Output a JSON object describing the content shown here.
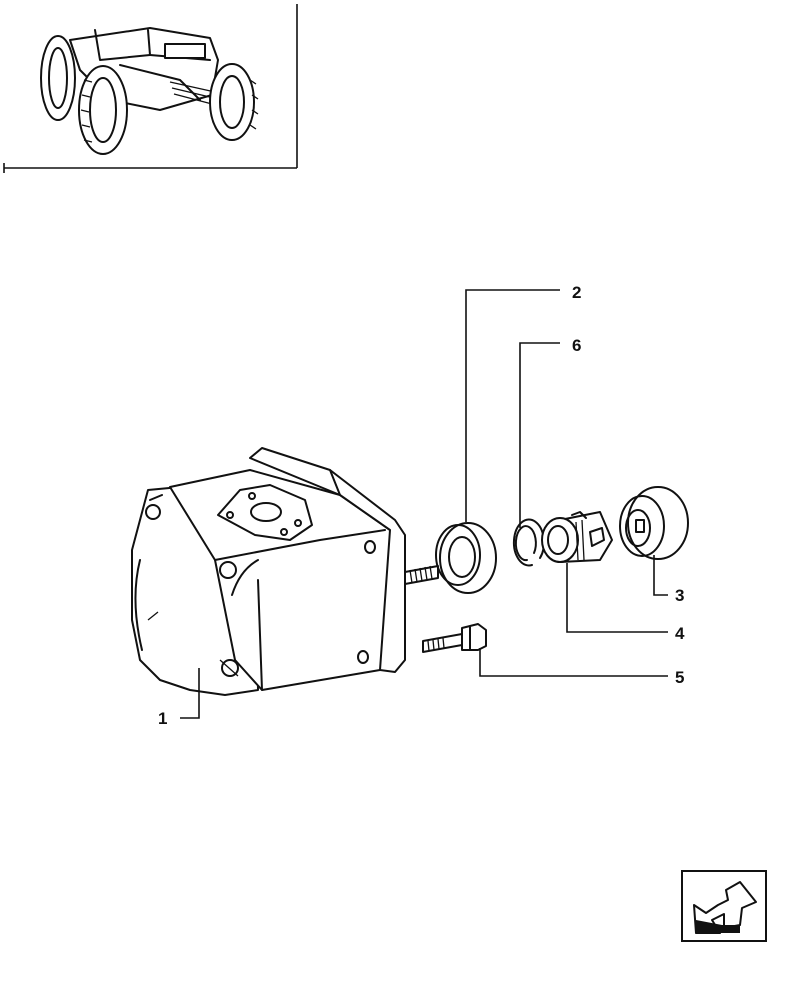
{
  "diagram": {
    "callouts": {
      "pump": "1",
      "ring": "2",
      "coupling_sleeve": "3",
      "drive_coupling": "4",
      "screw": "5",
      "snap_ring": "6"
    },
    "nav_icon": "next-page-arrow-icon",
    "thumbnail_icon": "tractor-thumbnail-icon"
  }
}
